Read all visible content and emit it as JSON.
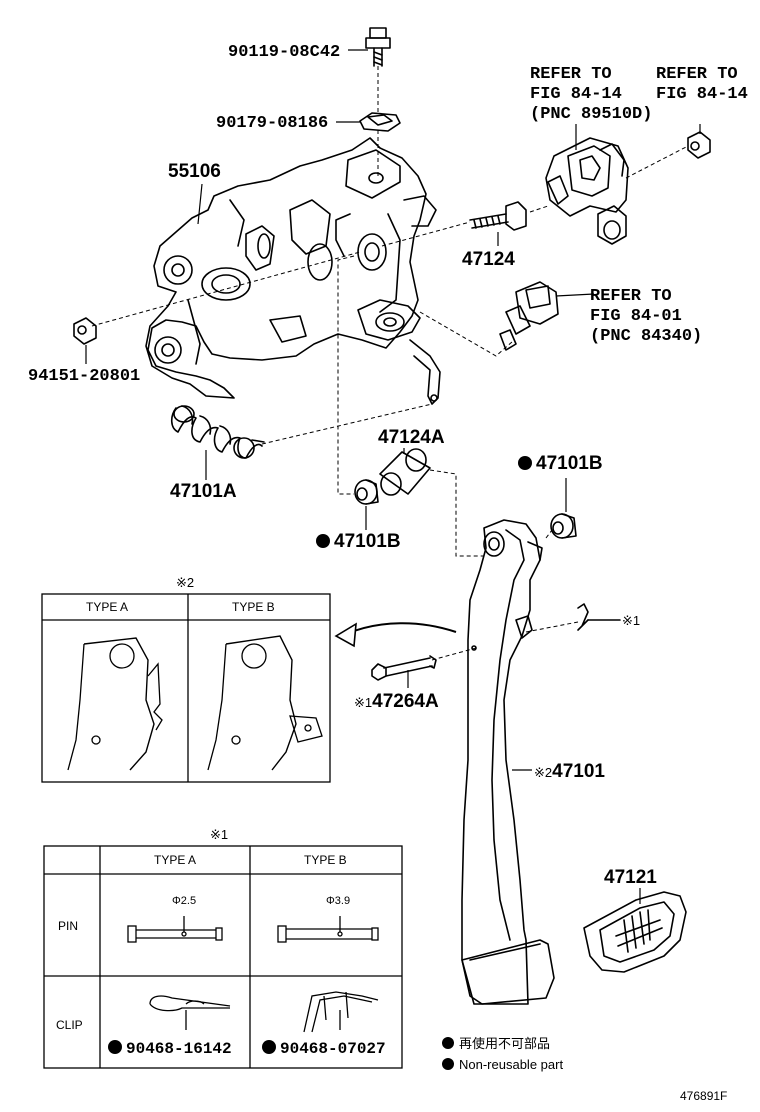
{
  "labels": {
    "p90119": "90119-08C42",
    "p90179": "90179-08186",
    "p55106": "55106",
    "p94151": "94151-20801",
    "p47124": "47124",
    "p47101A": "47101A",
    "p47124A": "47124A",
    "p47101B_top": "47101B",
    "p47101B_left": "47101B",
    "p47264A": "47264A",
    "p47264A_mark": "※1",
    "p47101": "47101",
    "p47101_mark": "※2",
    "p47121": "47121",
    "clip_mark": "※1",
    "drawing_no": "476891F"
  },
  "refs": {
    "ref1_line1": "REFER TO",
    "ref1_line2": "FIG 84-14",
    "ref1_line3": "(PNC 89510D)",
    "ref2_line1": "REFER TO",
    "ref2_line2": "FIG 84-14",
    "ref3_line1": "REFER TO",
    "ref3_line2": "FIG 84-01",
    "ref3_line3": "(PNC 84340)"
  },
  "type_box": {
    "mark": "※2",
    "type_a": "TYPE A",
    "type_b": "TYPE B"
  },
  "pin_table": {
    "mark": "※1",
    "col_a": "TYPE A",
    "col_b": "TYPE B",
    "row_pin": "PIN",
    "row_clip": "CLIP",
    "pin_a_dim": "Φ2.5",
    "pin_b_dim": "Φ3.9",
    "clip_a_part": "90468-16142",
    "clip_b_part": "90468-07027"
  },
  "legend": {
    "jp": "再使用不可部品",
    "en": "Non-reusable part"
  }
}
